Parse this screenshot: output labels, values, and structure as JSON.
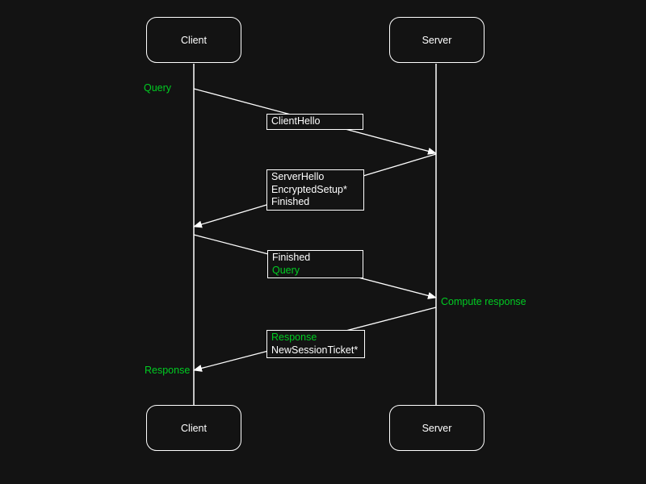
{
  "colors": {
    "bg": "#131313",
    "stroke": "#ffffff",
    "text": "#ffffff",
    "green": "#00cc22"
  },
  "actors_top": [
    "Client",
    "Server"
  ],
  "actors_bottom": [
    "Client",
    "Server"
  ],
  "messages": [
    {
      "from": "Client",
      "to": "Server",
      "lines": [
        {
          "text": "ClientHello"
        }
      ]
    },
    {
      "from": "Server",
      "to": "Client",
      "lines": [
        {
          "text": "ServerHello"
        },
        {
          "text": "EncryptedSetup*"
        },
        {
          "text": "Finished"
        }
      ]
    },
    {
      "from": "Client",
      "to": "Server",
      "lines": [
        {
          "text": "Finished"
        },
        {
          "text": "Query"
        }
      ]
    },
    {
      "from": "Server",
      "to": "Client",
      "lines": [
        {
          "text": "Response"
        },
        {
          "text": "NewSessionTicket*"
        }
      ]
    }
  ],
  "annotations": [
    {
      "text": "Query",
      "side": "client"
    },
    {
      "text": "Compute response",
      "side": "server"
    },
    {
      "text": "Response",
      "side": "client"
    }
  ]
}
